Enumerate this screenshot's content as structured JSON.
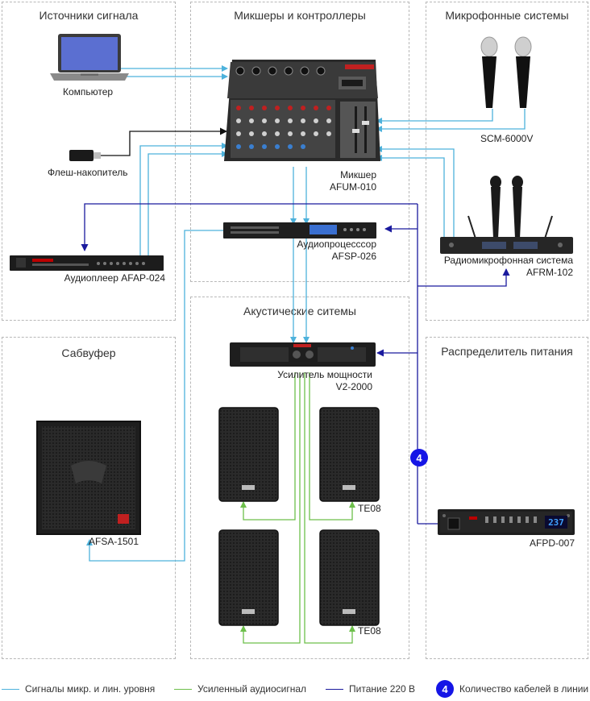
{
  "colors": {
    "signal": "#4db2dc",
    "amplified": "#6dbf4b",
    "power": "#1a1a9e",
    "badge": "#1515e6"
  },
  "panels": {
    "sources": "Источники сигнала",
    "mixers": "Микшеры и контроллеры",
    "mics": "Микрофонные системы",
    "speakers": "Акустические ситемы",
    "subwoofer": "Сабвуфер",
    "power": "Распределитель питания"
  },
  "devices": {
    "computer": "Компьютер",
    "flash": "Флеш-накопитель",
    "player": "Аудиоплеер AFAP-024",
    "mixer_line1": "Микшер",
    "mixer_line2": "AFUM-010",
    "processor_line1": "Аудиопроцесссор",
    "processor_line2": "AFSP-026",
    "mic": "SCM-6000V",
    "radio_line1": "Радиомикрофонная система",
    "radio_line2": "AFRM-102",
    "amp_line1": "Усилитель мощности",
    "amp_line2": "V2-2000",
    "speaker_top": "TE08",
    "speaker_bottom": "TE08",
    "sub": "AFSA-1501",
    "pdu": "AFPD-007",
    "pdu_display": "237"
  },
  "cable_count": "4",
  "legend": {
    "signal": "Сигналы микр. и лин. уровня",
    "amplified": "Усиленный аудиосигнал",
    "power": "Питание 220 В",
    "count": "Количество кабелей в линии",
    "count_badge": "4"
  }
}
